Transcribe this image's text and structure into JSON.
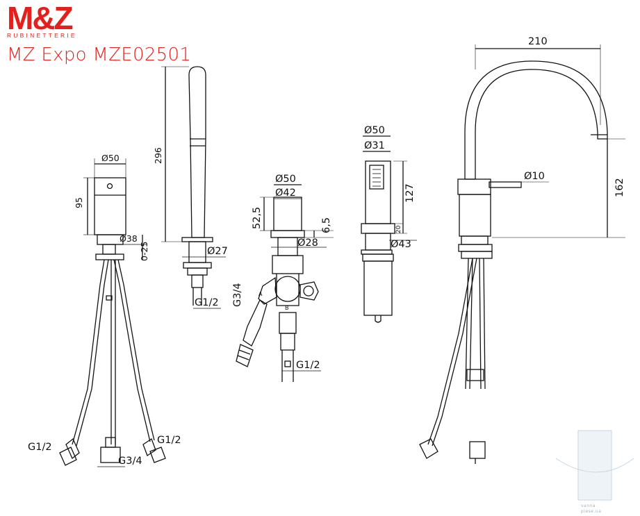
{
  "brand": {
    "name": "M&Z",
    "tagline": "RUBINETTERIE",
    "color": "#e3201b"
  },
  "product_title": "MZ Expo MZE02501",
  "watermark": {
    "line1": "vanna",
    "line2": "piese.ua"
  },
  "dimensions": {
    "handle": {
      "d50": "Ø50",
      "h95": "95",
      "d38": "Ø38",
      "range": "0-25"
    },
    "hoses": {
      "g12_left": "G1/2",
      "g12_right": "G1/2",
      "g34": "G3/4"
    },
    "spout": {
      "h296": "296",
      "d27": "Ø27",
      "g12": "G1/2"
    },
    "diverter": {
      "d50": "Ø50",
      "d42": "Ø42",
      "h52_5": "52,5",
      "h6_5": "6,5",
      "d28": "Ø28",
      "g34": "G3/4",
      "g12": "G1/2",
      "marker_a": "A",
      "marker_b": "B"
    },
    "shower": {
      "d50": "Ø50",
      "d31": "Ø31",
      "h127": "127",
      "h20": "20",
      "d43": "Ø43"
    },
    "side": {
      "w210": "210",
      "d10": "Ø10",
      "h162": "162"
    }
  }
}
